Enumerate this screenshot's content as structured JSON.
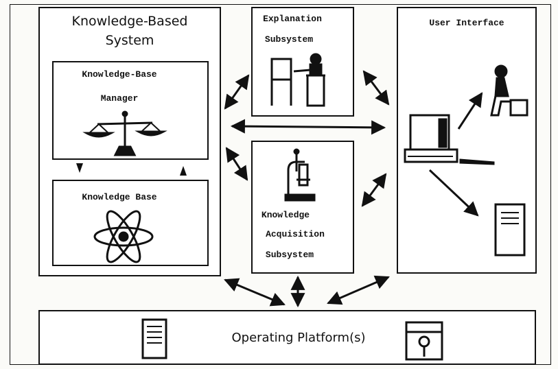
{
  "kbs": {
    "title_line1": "Knowledge-Based",
    "title_line2": "System",
    "manager_line1": "Knowledge-Base",
    "manager_line2": "Manager",
    "base_label": "Knowledge Base"
  },
  "explanation": {
    "line1": "Explanation",
    "line2": "Subsystem"
  },
  "acquisition": {
    "line1": "Knowledge",
    "line2": "Acquisition",
    "line3": "Subsystem"
  },
  "user_interface": {
    "label": "User Interface"
  },
  "platform": {
    "label": "Operating Platform(s)"
  },
  "icons": [
    "scales-icon",
    "atom-icon",
    "presenter-icon",
    "microscope-icon",
    "terminal-icon",
    "user-icon",
    "server-icon",
    "floppy-lock-icon"
  ]
}
